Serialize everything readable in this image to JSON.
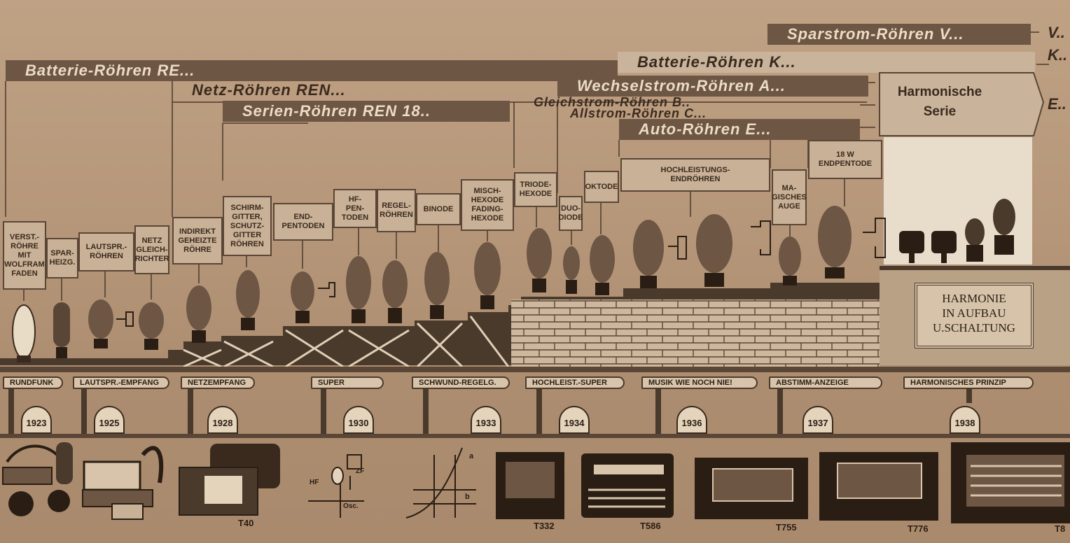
{
  "bands": [
    {
      "id": "sparstrom",
      "label": "Sparstrom-Röhren V...",
      "end": "V.."
    },
    {
      "id": "batterie-k",
      "label": "Batterie-Röhren K...",
      "end": "K.."
    },
    {
      "id": "batterie-re",
      "label": "Batterie-Röhren RE..."
    },
    {
      "id": "netz",
      "label": "Netz-Röhren REN..."
    },
    {
      "id": "wechselstrom",
      "label": "Wechselstrom-Röhren A..."
    },
    {
      "id": "serien",
      "label": "Serien-Röhren REN 18.."
    },
    {
      "id": "gleichstrom",
      "label": "Gleichstrom-Röhren B.."
    },
    {
      "id": "allstrom",
      "label": "Allstrom-Röhren   C..."
    },
    {
      "id": "auto",
      "label": "Auto-Röhren E..."
    }
  ],
  "harmonic": {
    "title": "Harmonische\nSerie",
    "end": "E..",
    "sign": "HARMONIE\nIN AUFBAU\nU.SCHALTUNG"
  },
  "tube_labels": [
    "VERST.-\nRÖHRE\nMIT\nWOLFRAM\nFADEN",
    "SPAR-\nHEIZG.",
    "LAUTSPR.-\nRÖHREN",
    "NETZ\nGLEICH-\nRICHTER",
    "INDIREKT\nGEHEIZTE\nRÖHRE",
    "SCHIRM-\nGITTER,\nSCHUTZ-\nGITTER\nRÖHREN",
    "END-\nPENTODEN",
    "HF-\nPEN-\nTODEN",
    "REGEL-\nRÖHREN",
    "BINODE",
    "MISCH-\nHEXODE\nFADING-\nHEXODE",
    "TRIODE-\nHEXODE",
    "DUO-\nDIODE",
    "OKTODE",
    "HOCHLEISTUNGS-\nENDRÖHREN",
    "MA-\nGISCHES\nAUGE",
    "18 W\nENDPENTODE"
  ],
  "milestones": [
    {
      "sign": "RUNDFUNK",
      "year": "1923"
    },
    {
      "sign": "LAUTSPR.-EMPFANG",
      "year": "1925"
    },
    {
      "sign": "NETZEMPFANG",
      "year": "1928"
    },
    {
      "sign": "SUPER",
      "year": "1930"
    },
    {
      "sign": "SCHWUND-REGELG.",
      "year": "1933"
    },
    {
      "sign": "HOCHLEIST.-SUPER",
      "year": "1934"
    },
    {
      "sign": "MUSIK WIE NOCH NIE!",
      "year": "1936"
    },
    {
      "sign": "ABSTIMM-ANZEIGE",
      "year": "1937"
    },
    {
      "sign": "HARMONISCHES PRINZIP",
      "year": "1938"
    }
  ],
  "models": [
    "T40",
    "T332",
    "T586",
    "T755",
    "T776",
    "T8"
  ],
  "circuit_labels": {
    "hf": "HF",
    "zf": "ZF",
    "osc": "Osc.",
    "a": "a",
    "b": "b"
  },
  "colors": {
    "band_dark": "#6d5644",
    "band_light": "#c9b49b",
    "ink": "#3a2a1e",
    "paper": "#b89878"
  }
}
